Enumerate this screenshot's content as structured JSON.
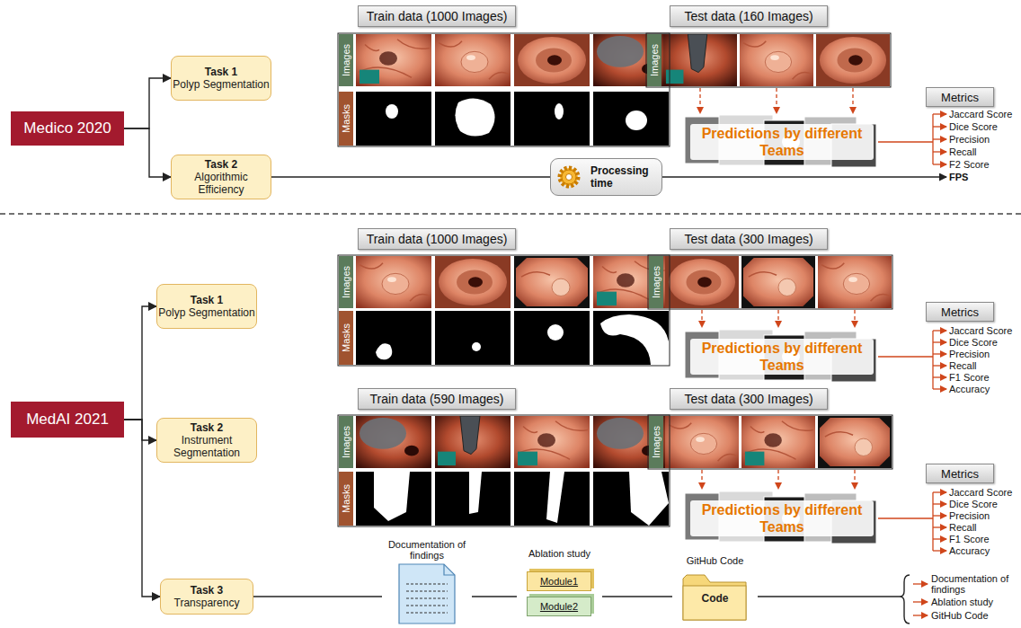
{
  "diagram": {
    "nodes": [
      {
        "text": [
          "Medico 2020"
        ]
      },
      {
        "text": [
          "Task 1",
          "Polyp Segmentation"
        ]
      },
      {
        "text": [
          "Task 2",
          "Algorithmic Efficiency"
        ]
      },
      {
        "text": [
          "Train data (1000 Images)"
        ]
      },
      {
        "text": [
          "Test data (160 Images)"
        ]
      },
      {
        "text": [
          "Images"
        ]
      },
      {
        "text": [
          "Masks"
        ]
      },
      {
        "text": [
          "Images"
        ]
      },
      {
        "text": [
          "Predictions by different Teams"
        ]
      },
      {
        "text": [
          "Metrics"
        ]
      },
      {
        "text": [
          "Processing time"
        ]
      },
      {
        "text": [
          "MedAI 2021"
        ]
      },
      {
        "text": [
          "Task 1",
          "Polyp Segmentation"
        ]
      },
      {
        "text": [
          "Task 2",
          "Instrument Segmentation"
        ]
      },
      {
        "text": [
          "Task 3",
          "Transparency"
        ]
      },
      {
        "text": [
          "Train data (1000 Images)"
        ]
      },
      {
        "text": [
          "Test data (300 Images)"
        ]
      },
      {
        "text": [
          "Images"
        ]
      },
      {
        "text": [
          "Masks"
        ]
      },
      {
        "text": [
          "Images"
        ]
      },
      {
        "text": [
          "Predictions by different Teams"
        ]
      },
      {
        "text": [
          "Metrics"
        ]
      },
      {
        "text": [
          "Train data (590 Images)"
        ]
      },
      {
        "text": [
          "Test data (300 Images)"
        ]
      },
      {
        "text": [
          "Images"
        ]
      },
      {
        "text": [
          "Masks"
        ]
      },
      {
        "text": [
          "Images"
        ]
      },
      {
        "text": [
          "Predictions by different Teams"
        ]
      },
      {
        "text": [
          "Metrics"
        ]
      },
      {
        "text": [
          "Documentation of findings"
        ]
      },
      {
        "text": [
          "Ablation study"
        ]
      },
      {
        "text": [
          "Module1"
        ],
        "in": 30
      },
      {
        "text": [
          "Module2"
        ],
        "in": 30
      },
      {
        "text": [
          "GitHub Code",
          "Code"
        ]
      }
    ],
    "edges": [
      {
        "from": 0,
        "to": 1,
        "arrow": "to"
      },
      {
        "from": 0,
        "to": 2,
        "arrow": "to"
      },
      {
        "from": 2,
        "to": 10,
        "arrow": "none"
      },
      {
        "from": 11,
        "to": 12,
        "arrow": "to"
      },
      {
        "from": 11,
        "to": 13,
        "arrow": "to"
      },
      {
        "from": 11,
        "to": 14,
        "arrow": "to"
      },
      {
        "from": 14,
        "to": 29,
        "arrow": "none"
      },
      {
        "from": 29,
        "to": 30,
        "arrow": "none"
      },
      {
        "from": 30,
        "to": 33,
        "arrow": "none"
      }
    ],
    "labels": [
      "Jaccard Score",
      "Dice Score",
      "Precision",
      "Recall",
      "F2 Score",
      "FPS",
      "Jaccard Score",
      "Dice Score",
      "Precision",
      "Recall",
      "F1 Score",
      "Accuracy",
      "Jaccard Score",
      "Dice Score",
      "Precision",
      "Recall",
      "F1 Score",
      "Accuracy",
      "Documentation of findings",
      "Ablation study",
      "GitHub Code"
    ]
  }
}
